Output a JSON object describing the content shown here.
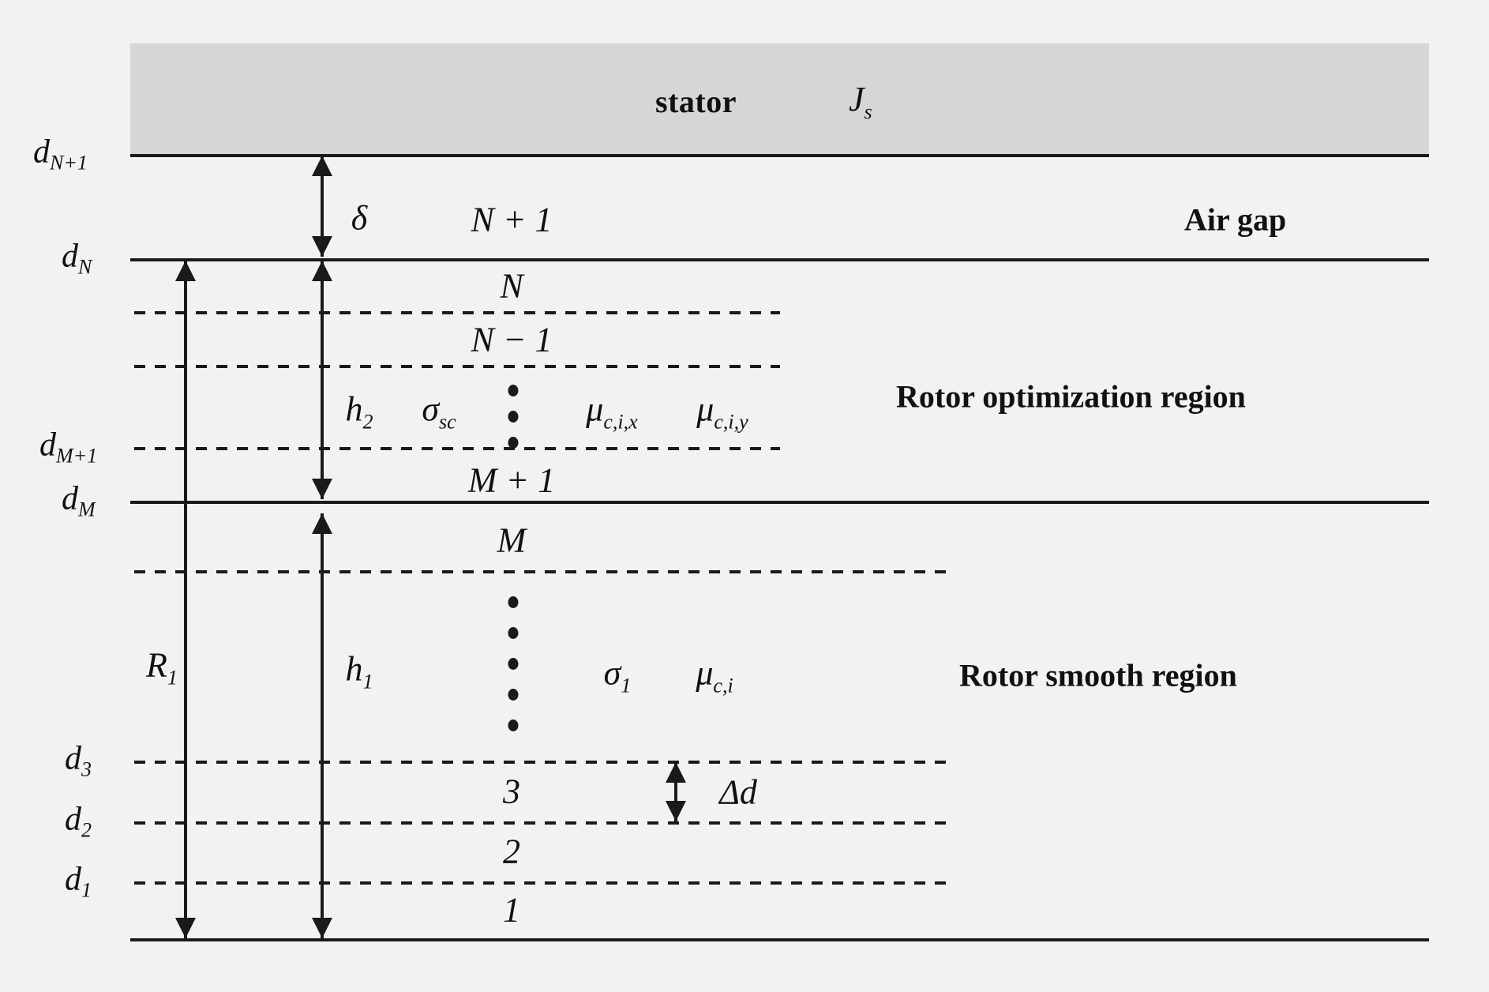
{
  "figure": {
    "type": "diagram",
    "subject": "Layered rotor / stator model with discretized sub-layers",
    "background_color": "#f2f2f2",
    "stator_fill": "#d6d6d6",
    "line_color": "#1a1a1a"
  },
  "stator": {
    "label": "stator",
    "current_density": "J",
    "current_density_sub": "s"
  },
  "regions": [
    {
      "id": "air-gap",
      "label": "Air gap"
    },
    {
      "id": "rotor-optimization",
      "label": "Rotor optimization region"
    },
    {
      "id": "rotor-smooth",
      "label": "Rotor smooth region"
    }
  ],
  "boundary_labels": [
    {
      "id": "d-n-plus-1",
      "base": "d",
      "sub": "N+1"
    },
    {
      "id": "d-n",
      "base": "d",
      "sub": "N"
    },
    {
      "id": "d-m-plus-1",
      "base": "d",
      "sub": "M+1"
    },
    {
      "id": "d-m",
      "base": "d",
      "sub": "M"
    },
    {
      "id": "d-3",
      "base": "d",
      "sub": "3"
    },
    {
      "id": "d-2",
      "base": "d",
      "sub": "2"
    },
    {
      "id": "d-1",
      "base": "d",
      "sub": "1"
    }
  ],
  "layer_numbers": [
    {
      "id": "layer-n-plus-1",
      "text": "N + 1"
    },
    {
      "id": "layer-n",
      "text": "N"
    },
    {
      "id": "layer-n-minus-1",
      "text": "N − 1"
    },
    {
      "id": "layer-m-plus-1",
      "text": "M + 1"
    },
    {
      "id": "layer-m",
      "text": "M"
    },
    {
      "id": "layer-3",
      "text": "3"
    },
    {
      "id": "layer-2",
      "text": "2"
    },
    {
      "id": "layer-1",
      "text": "1"
    }
  ],
  "measures": [
    {
      "id": "air-gap-thickness",
      "symbol": "δ",
      "sub": ""
    },
    {
      "id": "rotor-radius",
      "symbol": "R",
      "sub": "1"
    },
    {
      "id": "smooth-height",
      "symbol": "h",
      "sub": "1"
    },
    {
      "id": "optimization-height",
      "symbol": "h",
      "sub": "2"
    },
    {
      "id": "layer-thickness",
      "symbol": "Δd",
      "sub": ""
    }
  ],
  "material_symbols": {
    "optimization_region": [
      {
        "id": "sigma-sc",
        "base": "σ",
        "sub": "sc"
      },
      {
        "id": "mu-c-i-x",
        "base": "μ",
        "sub": "c,i,x"
      },
      {
        "id": "mu-c-i-y",
        "base": "μ",
        "sub": "c,i,y"
      }
    ],
    "smooth_region": [
      {
        "id": "sigma-1",
        "base": "σ",
        "sub": "1"
      },
      {
        "id": "mu-c-i",
        "base": "μ",
        "sub": "c,i"
      }
    ]
  },
  "ellipses": [
    {
      "id": "ellipsis-optimization",
      "dots": 3
    },
    {
      "id": "ellipsis-smooth",
      "dots": 5
    }
  ]
}
